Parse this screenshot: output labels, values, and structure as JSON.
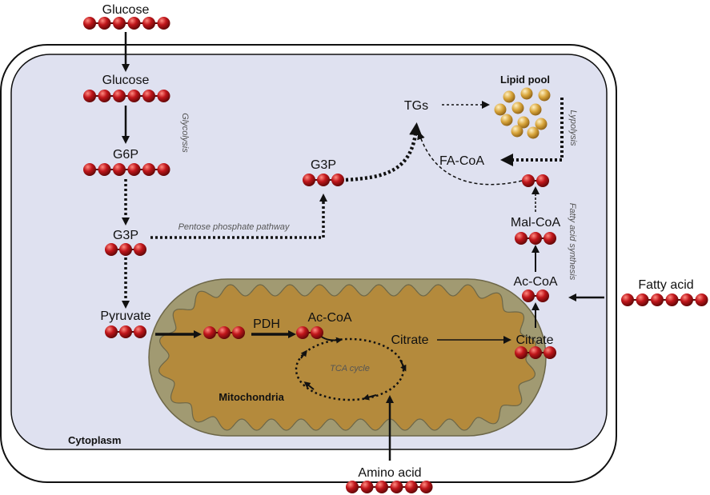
{
  "labels": {
    "glucose_outside": "Glucose",
    "glucose_inside": "Glucose",
    "g6p": "G6P",
    "g3p_left": "G3P",
    "g3p_top": "G3P",
    "pyruvate": "Pyruvate",
    "pdh": "PDH",
    "ac_coa_mito": "Ac-CoA",
    "citrate_mito": "Citrate",
    "citrate_cyto": "Citrate",
    "ac_coa_cyto": "Ac-CoA",
    "mal_coa": "Mal-CoA",
    "fa_coa": "FA-CoA",
    "tgs": "TGs",
    "lipid_pool": "Lipid pool",
    "fatty_acid": "Fatty acid",
    "amino_acid": "Amino acid",
    "mitochondria": "Mitochondria",
    "cytoplasm": "Cytoplasm",
    "tca_cycle": "TCA cycle",
    "glycolysis": "Glycolysis",
    "pentose_phosphate_pathway": "Pentose phosphate pathway",
    "lypolysis": "Lypolysis",
    "fatty_acid_synthesis": "Fatty acid synthesis"
  },
  "colors": {
    "cell_fill": "#dfe1f0",
    "mito_outer": "#a19a72",
    "mito_inner": "#b48a3c",
    "bead_red": "#c0161b",
    "bead_gold": "#d9a63c"
  }
}
